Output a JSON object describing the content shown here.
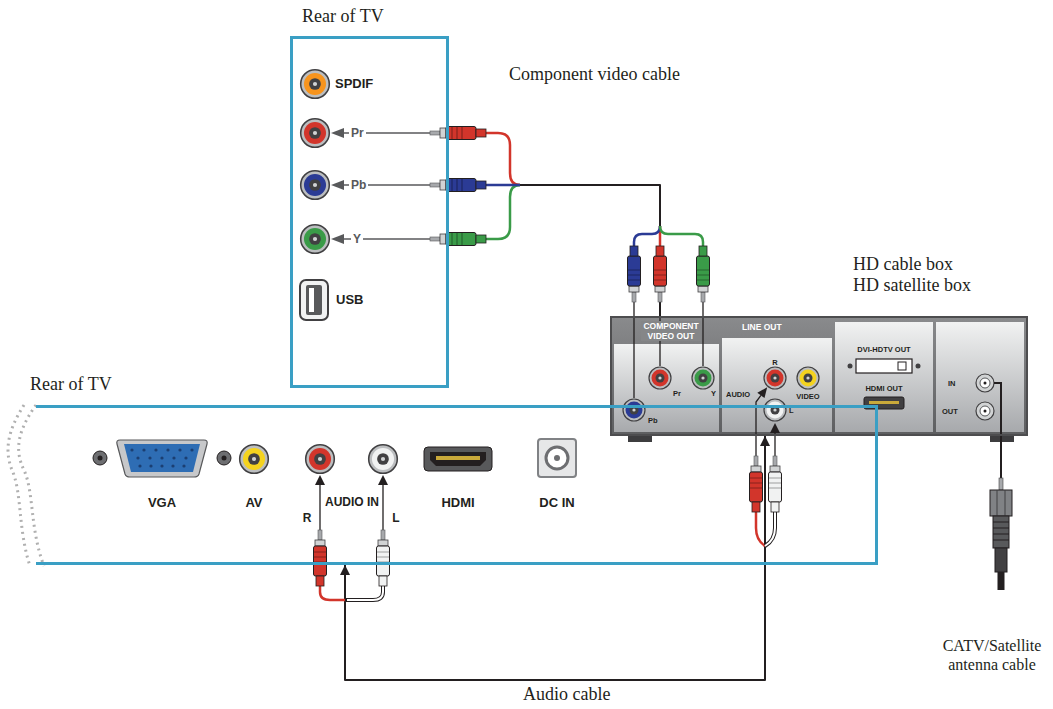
{
  "diagram": {
    "nodes": [
      {
        "text": [
          "Rear of TV"
        ]
      },
      {
        "text": [
          "HD cable box",
          "HD satellite box"
        ]
      },
      {
        "text": [
          "Rear of TV"
        ]
      }
    ],
    "edges": [
      {
        "from": 1,
        "to": 0,
        "arrow": "to",
        "label": "Component video cable"
      },
      {
        "from": 1,
        "to": 2,
        "arrow": "both",
        "label": "Audio cable"
      }
    ],
    "labels": [
      "SPDIF",
      "Pr",
      "Pb",
      "Y",
      "USB",
      "COMPONENT VIDEO OUT",
      "LINE OUT",
      "R",
      "DVI-HDTV OUT",
      "Pr",
      "Y",
      "VIDEO",
      "IN",
      "AUDIO",
      "L",
      "HDMI OUT",
      "Pb",
      "OUT",
      "VGA",
      "AV",
      "AUDIO IN",
      "HDMI",
      "DC IN",
      "R",
      "L",
      "CATV/Satellite antenna cable"
    ]
  }
}
